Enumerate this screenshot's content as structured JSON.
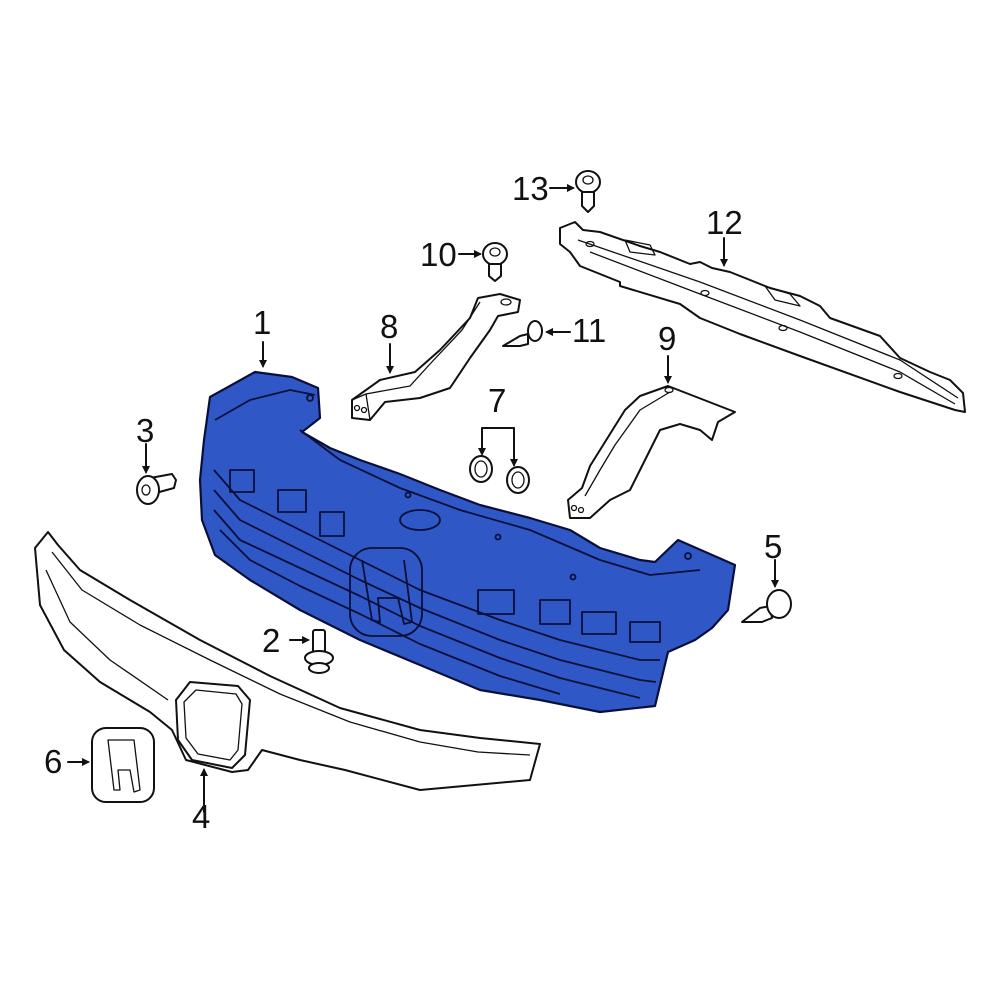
{
  "diagram": {
    "title": "Grille Assembly Exploded Parts Diagram",
    "highlight_color": "#2f58c6",
    "line_color": "#111111",
    "background": "#ffffff",
    "callouts": [
      {
        "id": "1",
        "label": "1",
        "part": "grille"
      },
      {
        "id": "2",
        "label": "2",
        "part": "clip"
      },
      {
        "id": "3",
        "label": "3",
        "part": "pin-clip"
      },
      {
        "id": "4",
        "label": "4",
        "part": "grille-molding"
      },
      {
        "id": "5",
        "label": "5",
        "part": "screw"
      },
      {
        "id": "6",
        "label": "6",
        "part": "emblem"
      },
      {
        "id": "7",
        "label": "7",
        "part": "washers"
      },
      {
        "id": "8",
        "label": "8",
        "part": "left-bracket"
      },
      {
        "id": "9",
        "label": "9",
        "part": "right-bracket"
      },
      {
        "id": "10",
        "label": "10",
        "part": "push-clip"
      },
      {
        "id": "11",
        "label": "11",
        "part": "screw"
      },
      {
        "id": "12",
        "label": "12",
        "part": "upper-support"
      },
      {
        "id": "13",
        "label": "13",
        "part": "push-clip"
      }
    ]
  }
}
